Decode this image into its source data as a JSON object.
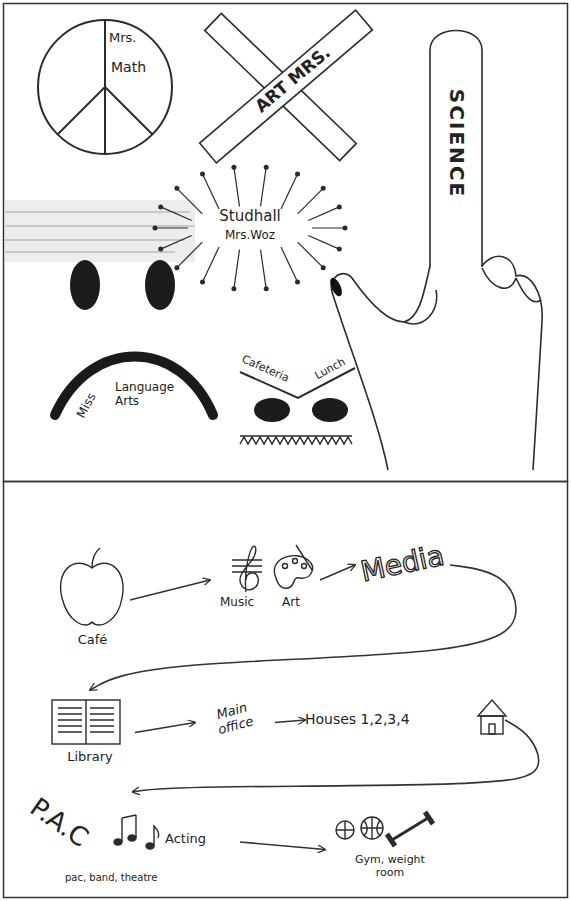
{
  "diagram": {
    "nodes": [
      {
        "text": [
          "Mrs.",
          "Math"
        ]
      },
      {
        "text": [
          "ART MRS."
        ]
      },
      {
        "text": [
          "SCIENCE"
        ]
      },
      {
        "text": [
          "Studhall",
          "Mrs.Woz"
        ]
      },
      {
        "text": [
          "Miss",
          "Language Arts"
        ]
      },
      {
        "text": [
          "Café"
        ]
      },
      {
        "text": [
          "Music",
          "Art"
        ]
      },
      {
        "text": [
          "Media"
        ]
      },
      {
        "text": [
          "Library"
        ]
      },
      {
        "text": [
          "Main office"
        ]
      },
      {
        "text": [
          "Houses 1,2,3,4"
        ]
      },
      {
        "text": [
          "P.A.C",
          "Acting",
          "pac, band, theatre"
        ]
      },
      {
        "text": [
          "Gym, weight room"
        ]
      }
    ],
    "edges": [
      {
        "from": 5,
        "to": 6,
        "arrow": "to"
      },
      {
        "from": 6,
        "to": 7,
        "arrow": "to"
      },
      {
        "from": 7,
        "to": 8,
        "arrow": "to"
      },
      {
        "from": 8,
        "to": 9,
        "arrow": "to"
      },
      {
        "from": 9,
        "to": 10,
        "arrow": "to"
      },
      {
        "from": 10,
        "to": 11,
        "arrow": "to"
      },
      {
        "from": 11,
        "to": 12,
        "arrow": "to"
      }
    ],
    "labels": [
      "Cafeteria",
      "Lunch"
    ]
  }
}
